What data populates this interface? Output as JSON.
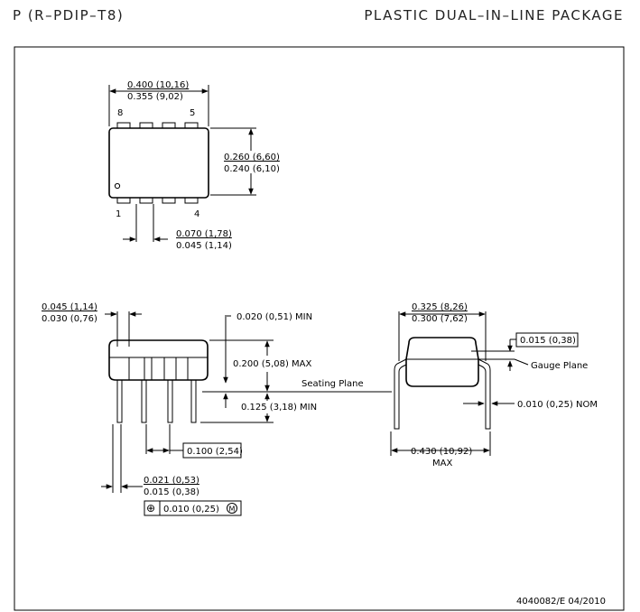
{
  "header": {
    "package_code": "P (R–PDIP–T8)",
    "package_name": "PLASTIC DUAL–IN–LINE PACKAGE"
  },
  "top_view": {
    "pin_8": "8",
    "pin_5": "5",
    "pin_1": "1",
    "pin_4": "4",
    "width_max": "0.400 (10,16)",
    "width_min": "0.355 (9,02)",
    "height_max": "0.260 (6,60)",
    "height_min": "0.240 (6,10)",
    "lead_max": "0.070 (1,78)",
    "lead_min": "0.045 (1,14)"
  },
  "side_view": {
    "endlead_max": "0.045 (1,14)",
    "endlead_min": "0.030 (0,76)",
    "standoff_min": "0.020 (0,51) MIN",
    "body_max": "0.200 (5,08) MAX",
    "seating_plane": "Seating Plane",
    "lead_len_min": "0.125 (3,18) MIN",
    "pitch": "0.100 (2,54)",
    "lead_w_max": "0.021 (0,53)",
    "lead_w_min": "0.015 (0,38)",
    "position_tol": "0.010 (0,25)",
    "position_symbol": "⊕",
    "mmc_symbol": "M"
  },
  "end_view": {
    "row_max": "0.325 (8,26)",
    "row_min": "0.300 (7,62)",
    "gauge_dim": "0.015 (0,38)",
    "gauge_plane": "Gauge Plane",
    "lead_thk": "0.010 (0,25) NOM",
    "spread_max": "0.430 (10,92)",
    "spread_max_suffix": "MAX"
  },
  "footer": {
    "doc_id": "4040082/E  04/2010"
  }
}
